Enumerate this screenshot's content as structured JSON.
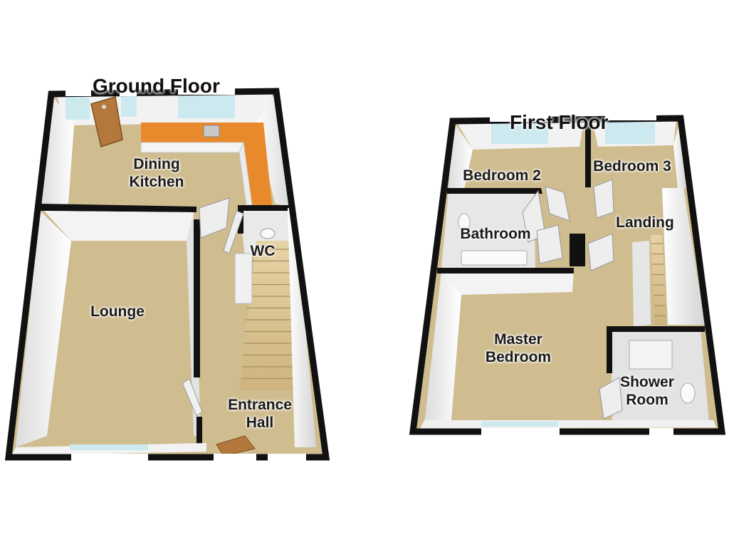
{
  "ground_floor": {
    "title": "Ground Floor",
    "rooms": {
      "dining_kitchen": {
        "line1": "Dining",
        "line2": "Kitchen"
      },
      "lounge": {
        "line1": "Lounge"
      },
      "wc": {
        "line1": "WC"
      },
      "entrance_hall": {
        "line1": "Entrance",
        "line2": "Hall"
      }
    }
  },
  "first_floor": {
    "title": "First Floor",
    "rooms": {
      "bedroom_2": {
        "line1": "Bedroom 2"
      },
      "bedroom_3": {
        "line1": "Bedroom 3"
      },
      "bathroom": {
        "line1": "Bathroom"
      },
      "landing": {
        "line1": "Landing"
      },
      "master_bedroom": {
        "line1": "Master",
        "line2": "Bedroom"
      },
      "shower_room": {
        "line1": "Shower",
        "line2": "Room"
      }
    }
  },
  "colors": {
    "wall": "#111111",
    "carpet": "#cfbd90",
    "wall_face": "#ffffff",
    "tile": "#e6e6e6",
    "worktop": "#e8892c",
    "door": "#b5783c",
    "window": "#cde9f0"
  }
}
